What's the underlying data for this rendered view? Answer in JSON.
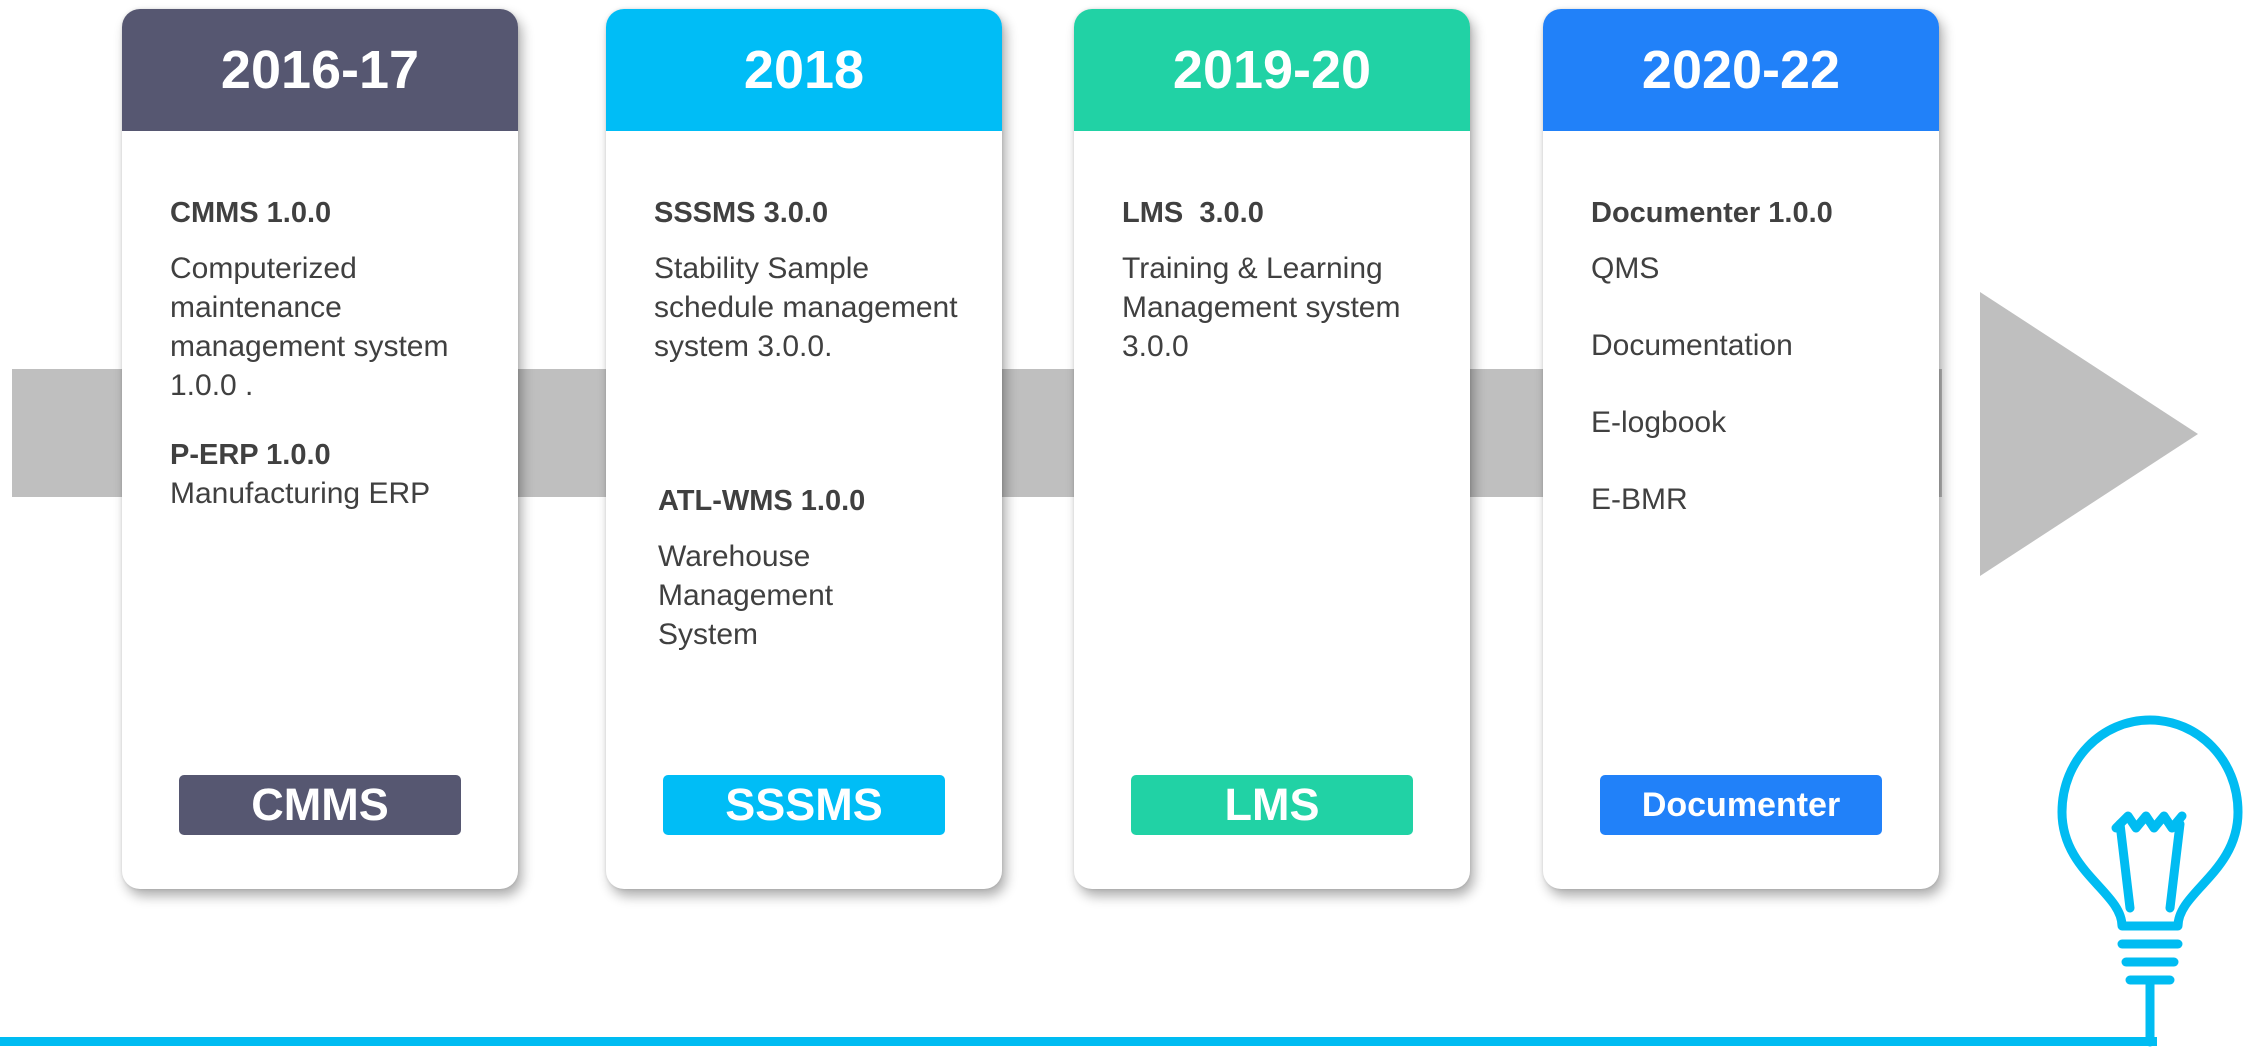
{
  "colors": {
    "band": "#bfbfbf",
    "accent_line": "#00bcf2",
    "text": "#404040"
  },
  "icons": {
    "arrow": "right-arrow-icon",
    "bulb": "lightbulb-icon"
  },
  "cards": [
    {
      "year": "2016-17",
      "color": "#565771",
      "badge": "CMMS",
      "items": [
        {
          "text": "CMMS 1.0.0",
          "bold": true
        },
        {
          "text": "Computerized maintenance management system 1.0.0 .",
          "bold": false
        },
        {
          "text": "P-ERP 1.0.0",
          "bold": true
        },
        {
          "text": "Manufacturing ERP",
          "bold": false
        }
      ]
    },
    {
      "year": "2018",
      "color": "#00bdf6",
      "badge": "SSSMS",
      "items": [
        {
          "text": "SSSMS 3.0.0",
          "bold": true
        },
        {
          "text": "Stability Sample schedule management system 3.0.0.",
          "bold": false
        },
        {
          "text": "ATL-WMS 1.0.0",
          "bold": true
        },
        {
          "text": "Warehouse Management System",
          "bold": false
        }
      ]
    },
    {
      "year": "2019-20",
      "color": "#21d2a5",
      "badge": "LMS",
      "items": [
        {
          "text": "LMS  3.0.0",
          "bold": true
        },
        {
          "text": "Training & Learning Management system 3.0.0",
          "bold": false
        }
      ]
    },
    {
      "year": "2020-22",
      "color": "#2181f9",
      "badge": "Documenter",
      "items": [
        {
          "text": "Documenter 1.0.0",
          "bold": true
        },
        {
          "text": "QMS",
          "bold": false
        },
        {
          "text": "Documentation",
          "bold": false
        },
        {
          "text": "E-logbook",
          "bold": false
        },
        {
          "text": "E-BMR",
          "bold": false
        }
      ]
    }
  ]
}
